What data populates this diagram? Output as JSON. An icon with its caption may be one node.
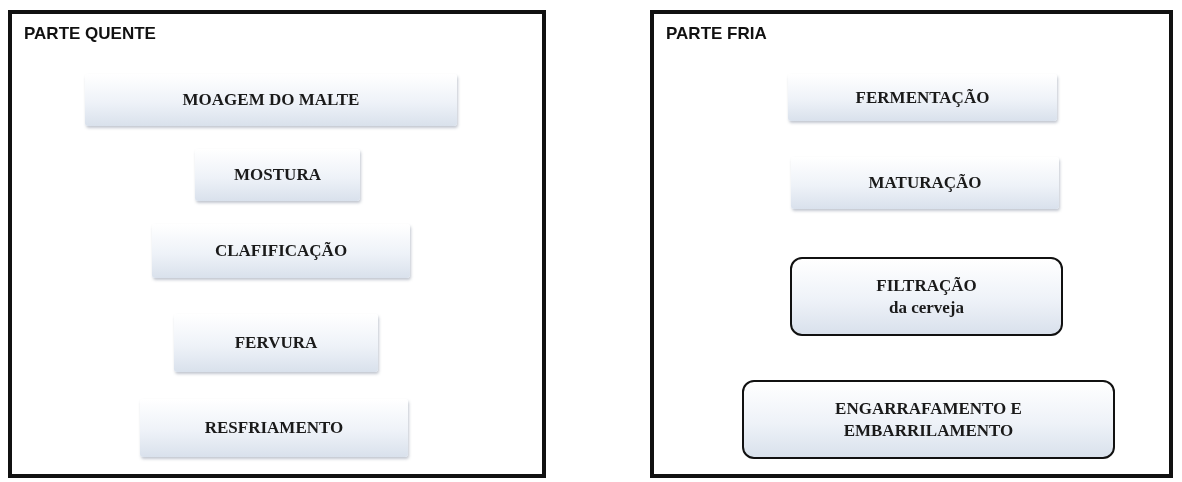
{
  "diagram": {
    "nodes": [
      {
        "text": [
          "PARTE QUENTE"
        ]
      },
      {
        "text": [
          "MOAGEM DO MALTE"
        ],
        "in": 0
      },
      {
        "text": [
          "MOSTURA"
        ],
        "in": 0
      },
      {
        "text": [
          "CLAFIFICAÇÃO"
        ],
        "in": 0
      },
      {
        "text": [
          "FERVURA"
        ],
        "in": 0
      },
      {
        "text": [
          "RESFRIAMENTO"
        ],
        "in": 0
      },
      {
        "text": [
          "PARTE FRIA"
        ]
      },
      {
        "text": [
          "FERMENTAÇÃO"
        ],
        "in": 6
      },
      {
        "text": [
          "MATURAÇÃO"
        ],
        "in": 6
      },
      {
        "text": [
          "FILTRAÇÃO",
          "da cerveja"
        ],
        "in": 6
      },
      {
        "text": [
          "ENGARRAFAMENTO E EMBARRILAMENTO"
        ],
        "in": 6
      }
    ]
  }
}
